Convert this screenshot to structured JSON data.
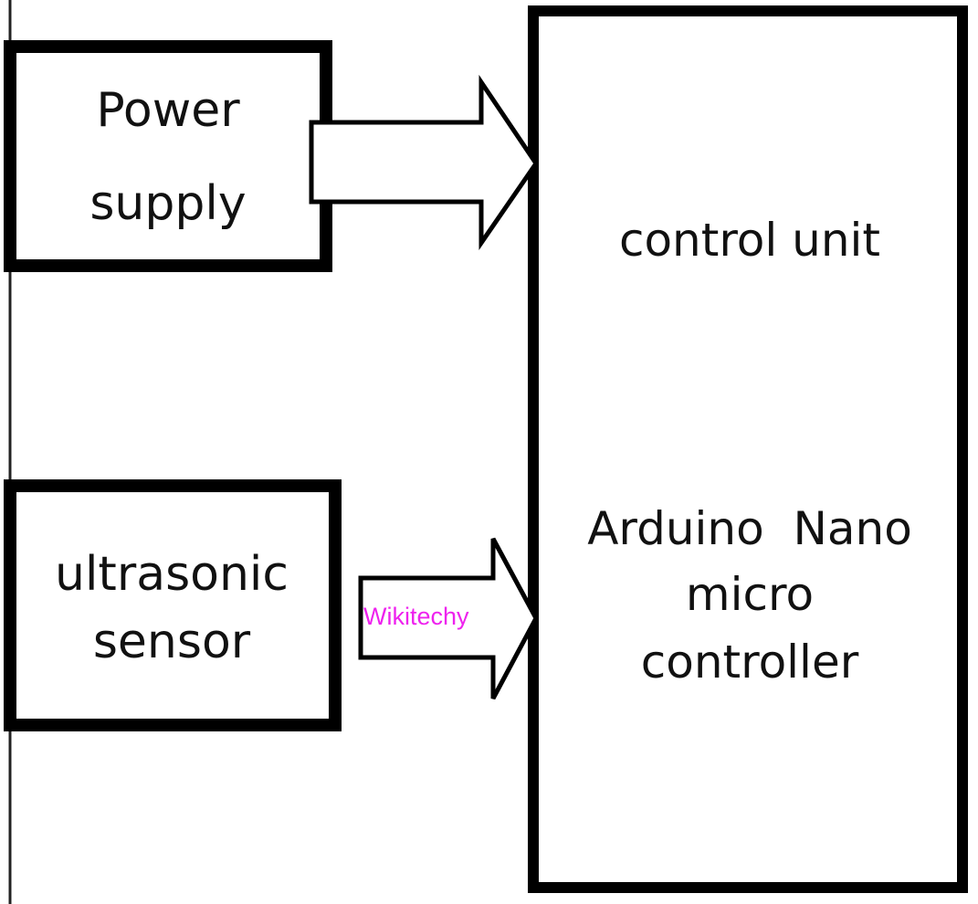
{
  "diagram": {
    "blocks": [
      {
        "id": "power-supply",
        "lines": [
          "Power",
          "supply"
        ]
      },
      {
        "id": "ultrasonic-sensor",
        "lines": [
          "ultrasonic",
          "sensor"
        ]
      },
      {
        "id": "controller",
        "title": "control unit",
        "lines": [
          "Arduino  Nano",
          "micro",
          "controller"
        ]
      }
    ],
    "arrows": [
      {
        "from": "power-supply",
        "to": "controller"
      },
      {
        "from": "ultrasonic-sensor",
        "to": "controller"
      }
    ],
    "watermark": {
      "text": "Wikitechy",
      "color": "#ee22ee"
    }
  }
}
